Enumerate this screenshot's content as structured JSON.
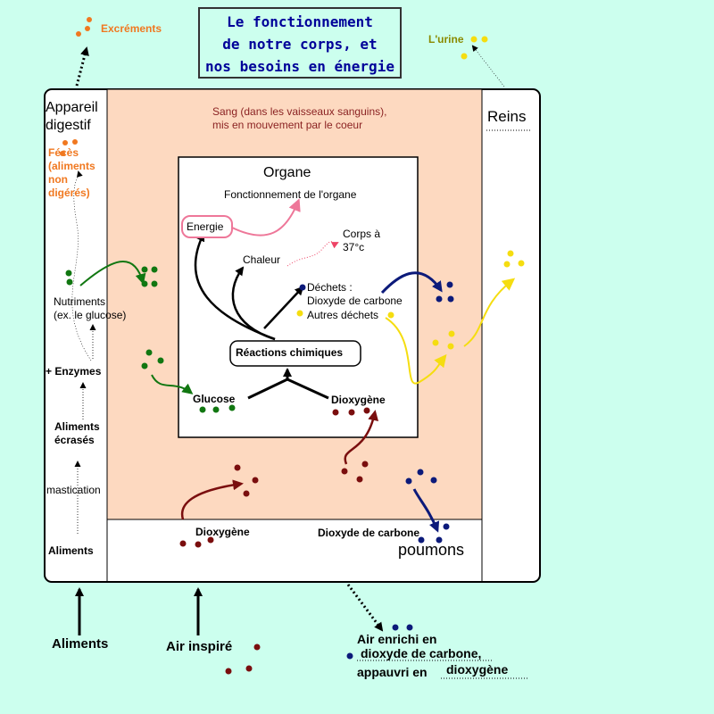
{
  "title": {
    "line1": "Le fonctionnement",
    "line2": "de notre corps, et",
    "line3": "nos besoins en énergie"
  },
  "digestive": {
    "heading_line1": "Appareil",
    "heading_line2": "digestif",
    "feces_line1": "Fécès",
    "feces_line2": "(aliments",
    "feces_line3": "non",
    "feces_line4": "digérés)",
    "nutrients_line1": "Nutriments",
    "nutrients_line2": "(ex. le glucose)",
    "enzymes": "+ Enzymes",
    "crushed_line1": "Aliments",
    "crushed_line2": "écrasés",
    "chewing": "mastication",
    "food": "Aliments"
  },
  "outputs": {
    "excrements": "Excréments",
    "urine": "L'urine"
  },
  "blood": {
    "line1": "Sang (dans les vaisseaux sanguins),",
    "line2": "mis en mouvement par le coeur"
  },
  "kidneys": {
    "label": "Reins"
  },
  "organ": {
    "title": "Organe",
    "function": "Fonctionnement de l'organe",
    "energy": "Energie",
    "body_temp_line1": "Corps à",
    "body_temp_line2": "37°c",
    "heat": "Chaleur",
    "waste_line1": "Déchets :",
    "waste_line2": "Dioxyde de carbone",
    "waste_line3": "Autres déchets",
    "reactions": "Réactions chimiques",
    "glucose": "Glucose",
    "oxygen": "Dioxygène"
  },
  "lungs": {
    "label": "poumons",
    "oxygen": "Dioxygène",
    "co2": "Dioxyde de carbone"
  },
  "bottom": {
    "food": "Aliments",
    "air_in": "Air inspiré",
    "air_out_line1": "Air enrichi en",
    "air_out_line2": "dioxyde de carbone,",
    "air_out_line3": "appauvri en",
    "air_out_line4": "dioxygène"
  },
  "colors": {
    "background": "#ccffee",
    "blood": "#fdd9c0",
    "glucose": "#117711",
    "oxygen": "#7a0e0e",
    "co2": "#0c1a7a",
    "waste": "#f5dd10",
    "feces": "#f07820",
    "energy": "#ee7799"
  }
}
